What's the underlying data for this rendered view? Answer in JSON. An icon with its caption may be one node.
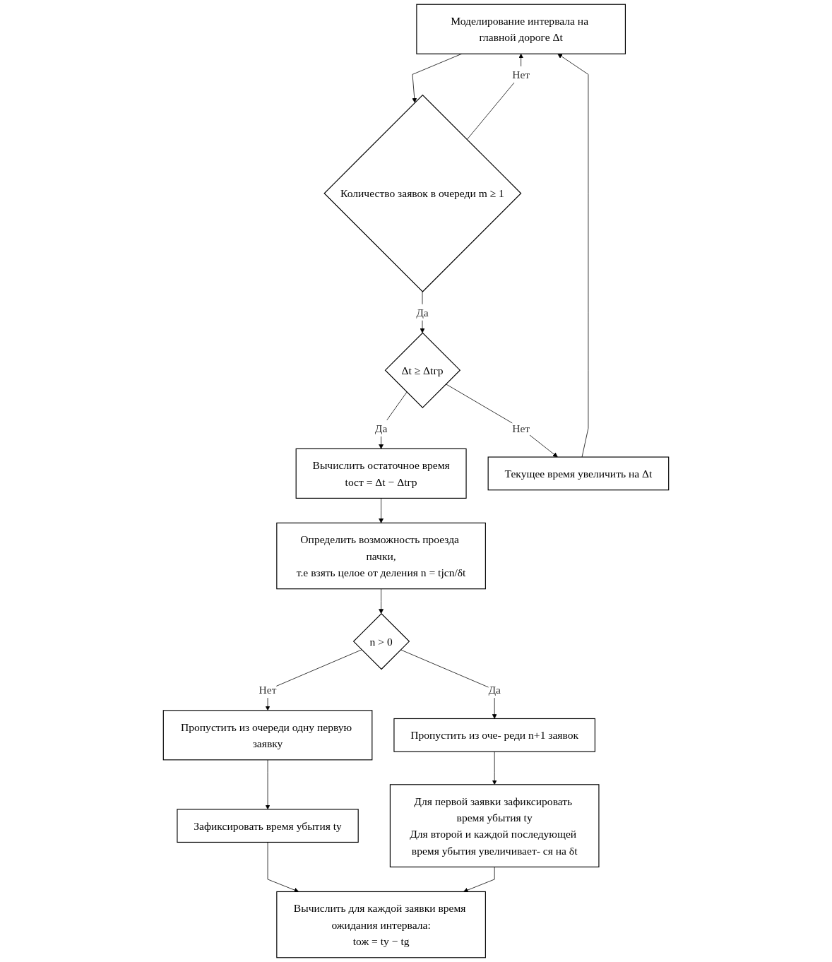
{
  "diagram": {
    "nodes": [
      {
        "text": [
          "Моделирование интервала на главной дороге Δt"
        ]
      },
      {
        "text": [
          "Количество заявок в очереди m ≥ 1"
        ]
      },
      {
        "text": [
          "Δt ≥ Δtгр"
        ]
      },
      {
        "text": [
          "Вычислить остаточное время",
          "tост = Δt − Δtгр"
        ]
      },
      {
        "text": [
          "Определить возможность проезда пачки,",
          "т.е взять целое от деления n = tjcn/δt"
        ]
      },
      {
        "text": [
          "Текущее время увеличить на Δt"
        ]
      },
      {
        "text": [
          "n > 0"
        ]
      },
      {
        "text": [
          "Пропустить из очереди одну первую заявку"
        ]
      },
      {
        "text": [
          "Пропустить из оче- реди n+1 заявок"
        ]
      },
      {
        "text": [
          "Зафиксировать время убытия tу"
        ]
      },
      {
        "text": [
          "Для первой заявки зафиксировать время убытия tу",
          "Для второй и каждой последующей время убытия увеличивает- ся на δt"
        ]
      },
      {
        "text": [
          "Вычислить для каждой заявки время ожидания интервала:",
          "tож = tу − tg"
        ]
      }
    ],
    "edges": [
      {
        "from": 0,
        "to": 1,
        "arrow": "to"
      },
      {
        "from": 1,
        "to": 2,
        "label": "Да",
        "arrow": "to"
      },
      {
        "from": 1,
        "to": 0,
        "label": "Нет",
        "arrow": "to"
      },
      {
        "from": 2,
        "to": 3,
        "label": "Да",
        "arrow": "to"
      },
      {
        "from": 2,
        "to": 5,
        "label": "Нет",
        "arrow": "to"
      },
      {
        "from": 5,
        "to": 0,
        "arrow": "to"
      },
      {
        "from": 3,
        "to": 4,
        "arrow": "to"
      },
      {
        "from": 4,
        "to": 6,
        "arrow": "to"
      },
      {
        "from": 6,
        "to": 8,
        "label": "Да",
        "arrow": "to"
      },
      {
        "from": 6,
        "to": 7,
        "label": "Нет",
        "arrow": "to"
      },
      {
        "from": 7,
        "to": 9,
        "arrow": "to"
      },
      {
        "from": 9,
        "to": 11,
        "arrow": "to"
      },
      {
        "from": 8,
        "to": 10,
        "arrow": "to"
      },
      {
        "from": 10,
        "to": 11,
        "arrow": "to"
      }
    ]
  }
}
